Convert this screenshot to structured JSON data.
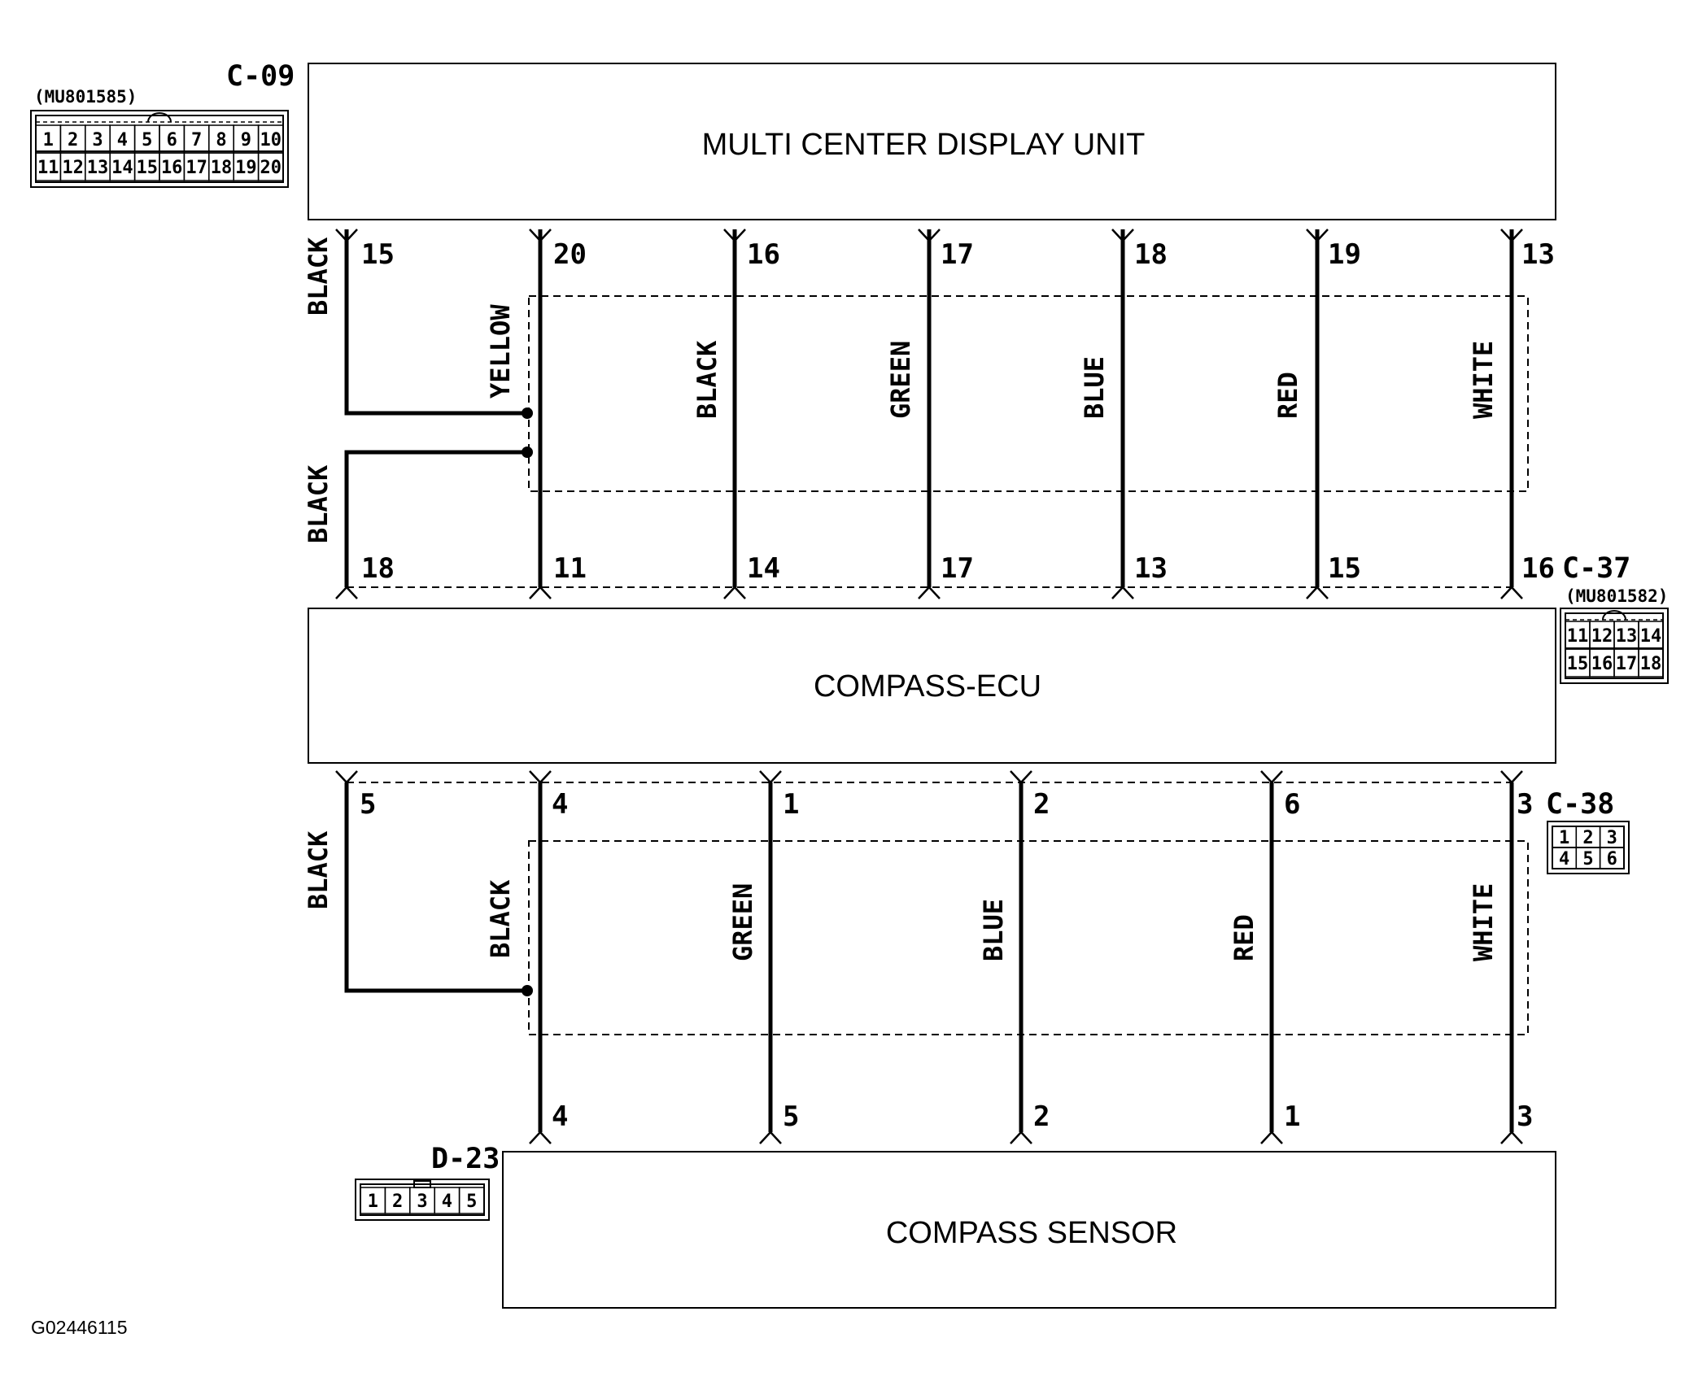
{
  "units": {
    "display": "MULTI CENTER DISPLAY UNIT",
    "ecu": "COMPASS-ECU",
    "sensor": "COMPASS SENSOR"
  },
  "connectors": {
    "c09": {
      "id": "C-09",
      "part": "(MU801585)",
      "rows": [
        [
          "1",
          "2",
          "3",
          "4",
          "5",
          "6",
          "7",
          "8",
          "9",
          "10"
        ],
        [
          "11",
          "12",
          "13",
          "14",
          "15",
          "16",
          "17",
          "18",
          "19",
          "20"
        ]
      ]
    },
    "c37": {
      "id": "C-37",
      "part": "(MU801582)",
      "rows": [
        [
          "11",
          "12",
          "13",
          "14"
        ],
        [
          "15",
          "16",
          "17",
          "18"
        ]
      ]
    },
    "c38": {
      "id": "C-38",
      "rows": [
        [
          "1",
          "2",
          "3"
        ],
        [
          "4",
          "5",
          "6"
        ]
      ]
    },
    "d23": {
      "id": "D-23",
      "rows": [
        [
          "1",
          "2",
          "3",
          "4",
          "5"
        ]
      ]
    }
  },
  "upper_wires": [
    {
      "top_pin": "15",
      "bottom_pin": "",
      "colors": [
        "BLACK"
      ]
    },
    {
      "top_pin": "",
      "bottom_pin": "18",
      "colors": [
        "BLACK"
      ]
    },
    {
      "top_pin": "20",
      "bottom_pin": "11",
      "colors": [
        "YELLOW"
      ]
    },
    {
      "top_pin": "16",
      "bottom_pin": "14",
      "colors": [
        "BLACK"
      ]
    },
    {
      "top_pin": "17",
      "bottom_pin": "17",
      "colors": [
        "GREEN"
      ]
    },
    {
      "top_pin": "18",
      "bottom_pin": "13",
      "colors": [
        "BLUE"
      ]
    },
    {
      "top_pin": "19",
      "bottom_pin": "15",
      "colors": [
        "RED"
      ]
    },
    {
      "top_pin": "13",
      "bottom_pin": "16",
      "colors": [
        "WHITE"
      ]
    }
  ],
  "lower_wires": [
    {
      "top_pin": "5",
      "bottom_pin": "",
      "colors": [
        "BLACK"
      ]
    },
    {
      "top_pin": "4",
      "bottom_pin": "4",
      "colors": [
        "BLACK"
      ]
    },
    {
      "top_pin": "1",
      "bottom_pin": "5",
      "colors": [
        "GREEN"
      ]
    },
    {
      "top_pin": "2",
      "bottom_pin": "2",
      "colors": [
        "BLUE"
      ]
    },
    {
      "top_pin": "6",
      "bottom_pin": "1",
      "colors": [
        "RED"
      ]
    },
    {
      "top_pin": "3",
      "bottom_pin": "3",
      "colors": [
        "WHITE"
      ]
    }
  ],
  "figure_id": "G02446115"
}
